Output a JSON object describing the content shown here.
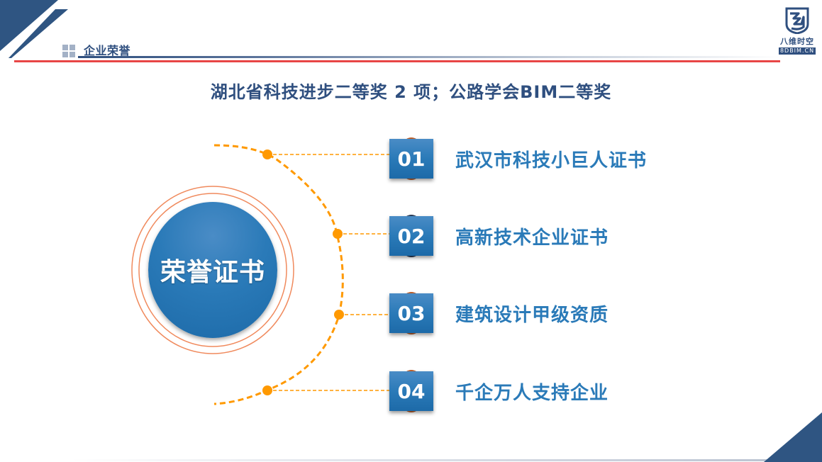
{
  "header": {
    "section_title": "企业荣誉",
    "icons": [
      "grid-icon"
    ]
  },
  "logo": {
    "icon": "bdbim-logo-icon",
    "name_cn": "八维时空",
    "domain": "8DBIM.CN"
  },
  "headline": "湖北省科技进步二等奖 2 项；公路学会BIM二等奖",
  "center": {
    "label": "荣誉证书"
  },
  "items": [
    {
      "number": "01",
      "label": "武汉市科技小巨人证书"
    },
    {
      "number": "02",
      "label": "高新技术企业证书"
    },
    {
      "number": "03",
      "label": "建筑设计甲级资质"
    },
    {
      "number": "04",
      "label": "千企万人支持企业"
    }
  ],
  "colors": {
    "primary_dark": "#2f4f7f",
    "primary_blue": "#2a7ab8",
    "accent_orange": "#ff9900",
    "ring_orange": "#f08a5d",
    "header_red": "#e84646"
  }
}
